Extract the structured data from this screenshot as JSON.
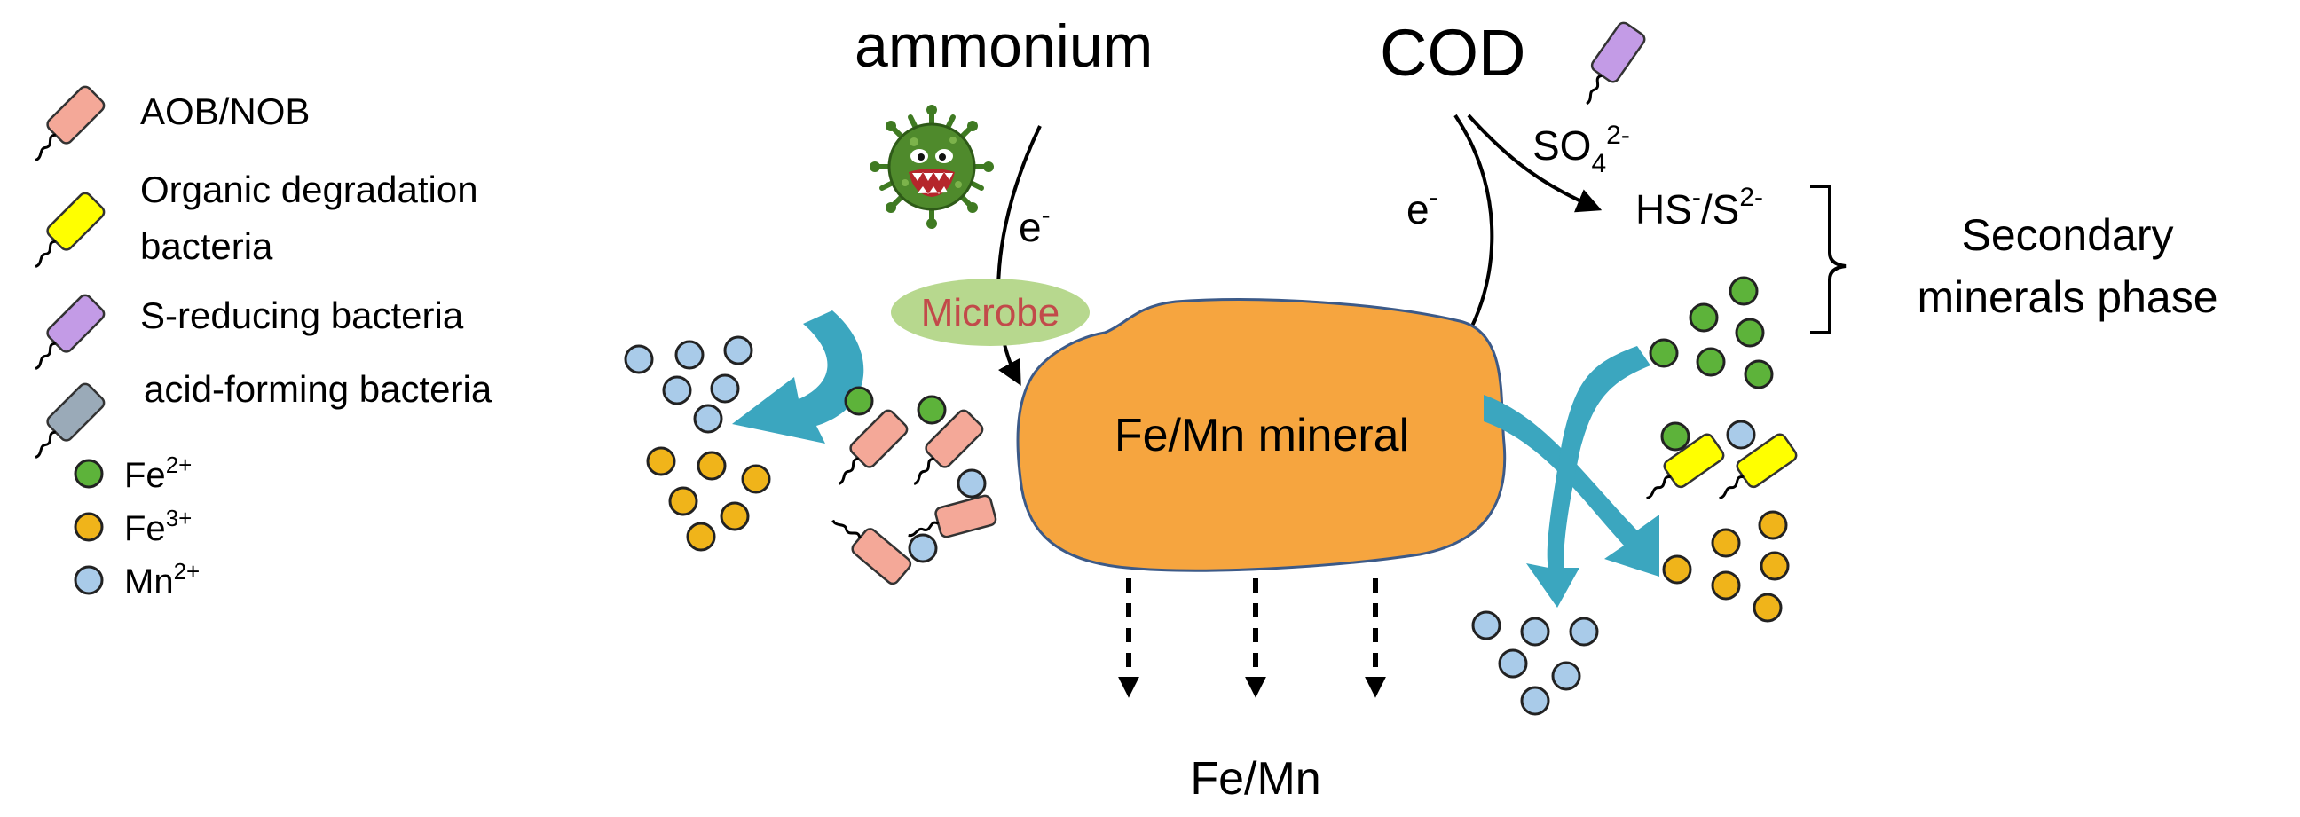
{
  "legend": {
    "bacteria": [
      {
        "label": "AOB/NOB",
        "color": "#f4a898"
      },
      {
        "label": "Organic degradation",
        "label2": "bacteria",
        "color": "#ffff00"
      },
      {
        "label": "S-reducing bacteria",
        "color": "#c39be6"
      },
      {
        "label": "acid-forming bacteria",
        "color": "#9aaab8"
      }
    ],
    "ions": [
      {
        "base": "Fe",
        "sup": "2+",
        "color": "#5db33a"
      },
      {
        "base": "Fe",
        "sup": "3+",
        "color": "#f0b41a"
      },
      {
        "base": "Mn",
        "sup": "2+",
        "color": "#a9cbe9"
      }
    ]
  },
  "labels": {
    "ammonium": "ammonium",
    "cod": "COD",
    "electron_base": "e",
    "electron_sup": "-",
    "microbe": "Microbe",
    "mineral": "Fe/Mn mineral",
    "bottom": "Fe/Mn",
    "so4_base": "SO",
    "so4_sub": "4",
    "so4_sup": "2-",
    "hs_base": "HS",
    "hs_sup": "-",
    "s_base": "/S",
    "s_sup": "2-",
    "secondary_line1": "Secondary",
    "secondary_line2": "minerals phase"
  },
  "colors": {
    "mineral": "#f6a53f",
    "mineral_stroke": "#3c5a88",
    "microbe_ellipse": "#b7d88e",
    "microbe_text": "#c24a4a",
    "teal_arrow": "#3ba6bf",
    "virus": "#4f8a2c"
  }
}
